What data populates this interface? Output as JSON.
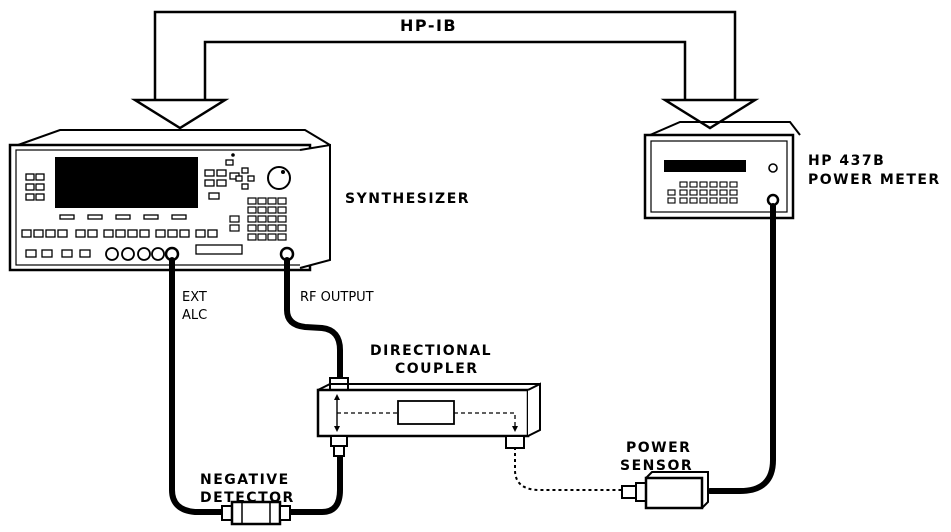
{
  "labels": {
    "bus": "HP-IB",
    "synthesizer": "SYNTHESIZER",
    "power_meter_line1": "HP 437B",
    "power_meter_line2": "POWER METER",
    "ext_alc_line1": "EXT",
    "ext_alc_line2": "ALC",
    "rf_output": "RF OUTPUT",
    "coupler_line1": "DIRECTIONAL",
    "coupler_line2": "COUPLER",
    "sensor_line1": "POWER",
    "sensor_line2": "SENSOR",
    "detector_line1": "NEGATIVE",
    "detector_line2": "DETECTOR"
  }
}
